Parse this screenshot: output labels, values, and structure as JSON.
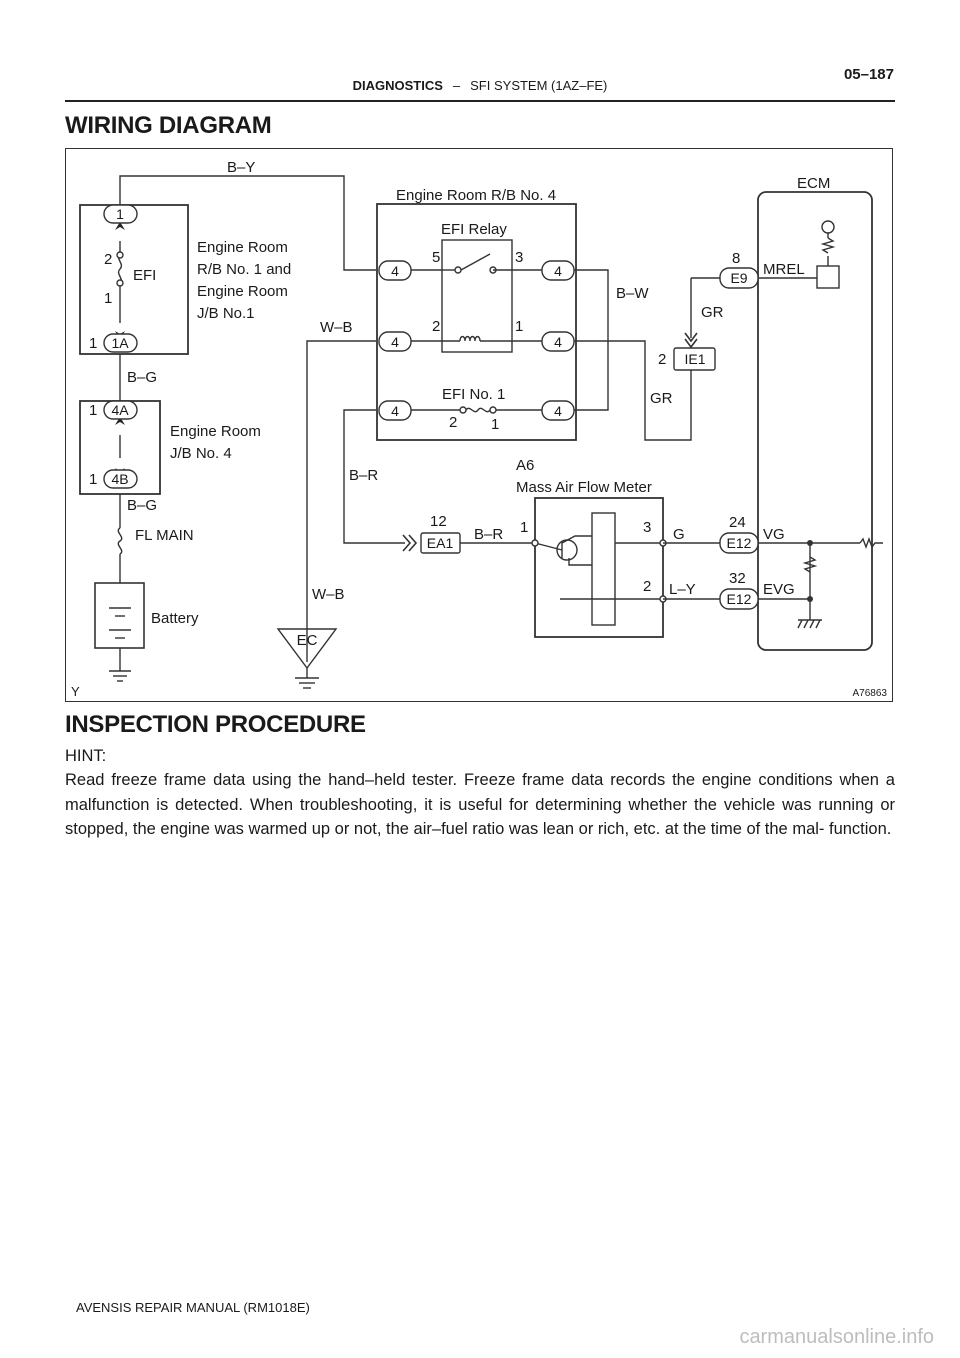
{
  "header": {
    "section": "DIAGNOSTICS",
    "separator": "–",
    "subsection": "SFI SYSTEM (1AZ–FE)",
    "page_number": "05–187"
  },
  "wiring_title": "WIRING DIAGRAM",
  "diagram": {
    "figure_id": "A76863",
    "corner_mark": "Y",
    "ecm": "ECM",
    "rb4": "Engine Room R/B No. 4",
    "efi_relay": "EFI Relay",
    "efi_no1": "EFI No. 1",
    "rb1_lines": [
      "Engine Room",
      "R/B No. 1 and",
      "Engine Room",
      "J/B No.1"
    ],
    "jb4_lines": [
      "Engine Room",
      "J/B No. 4"
    ],
    "efi_fuse": "EFI",
    "fl_main": "FL MAIN",
    "battery": "Battery",
    "maf_code": "A6",
    "maf_name": "Mass Air Flow Meter",
    "ground_ec": "EC",
    "wires": {
      "by": "B–Y",
      "bg1": "B–G",
      "bg2": "B–G",
      "wb1": "W–B",
      "wb2": "W–B",
      "bw": "B–W",
      "gr1": "GR",
      "gr2": "GR",
      "br1": "B–R",
      "br2": "B–R",
      "g": "G",
      "ly": "L–Y"
    },
    "connectors": {
      "c1": "1",
      "c1a": "1A",
      "c4a": "4A",
      "c4b": "4B",
      "c4": "4",
      "e9": "E9",
      "ie1": "IE1",
      "ea1": "EA1",
      "e12": "E12"
    },
    "pins": {
      "one": "1",
      "two": "2",
      "three": "3",
      "five": "5",
      "eight": "8",
      "twelve": "12",
      "twentyfour": "24",
      "thirtytwo": "32"
    },
    "terminals": {
      "mrel": "MREL",
      "vg": "VG",
      "evg": "EVG"
    }
  },
  "inspection_title": "INSPECTION PROCEDURE",
  "hint_label": "HINT:",
  "hint_text": "Read freeze frame data using the hand–held tester. Freeze frame data records the engine conditions when a malfunction is detected. When troubleshooting, it is useful for determining whether the vehicle was running or stopped, the engine was warmed up or not, the air–fuel ratio was lean or rich, etc. at the time of the mal- function.",
  "footer": "AVENSIS REPAIR MANUAL   (RM1018E)",
  "watermark": "carmanualsonline.info"
}
